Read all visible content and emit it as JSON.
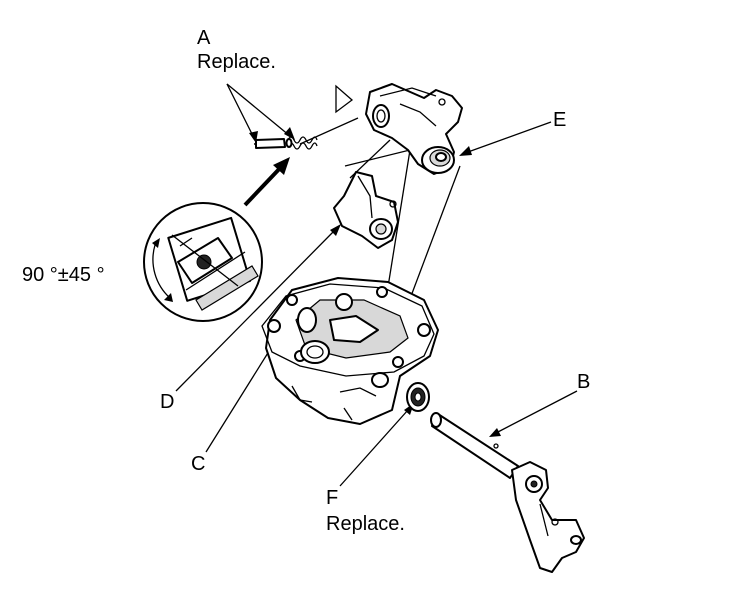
{
  "labels": {
    "A": {
      "letter": "A",
      "note": "Replace."
    },
    "B": {
      "letter": "B"
    },
    "C": {
      "letter": "C"
    },
    "D": {
      "letter": "D"
    },
    "E": {
      "letter": "E"
    },
    "F": {
      "letter": "F",
      "note": "Replace."
    }
  },
  "angle_label": "90 °±45 °"
}
